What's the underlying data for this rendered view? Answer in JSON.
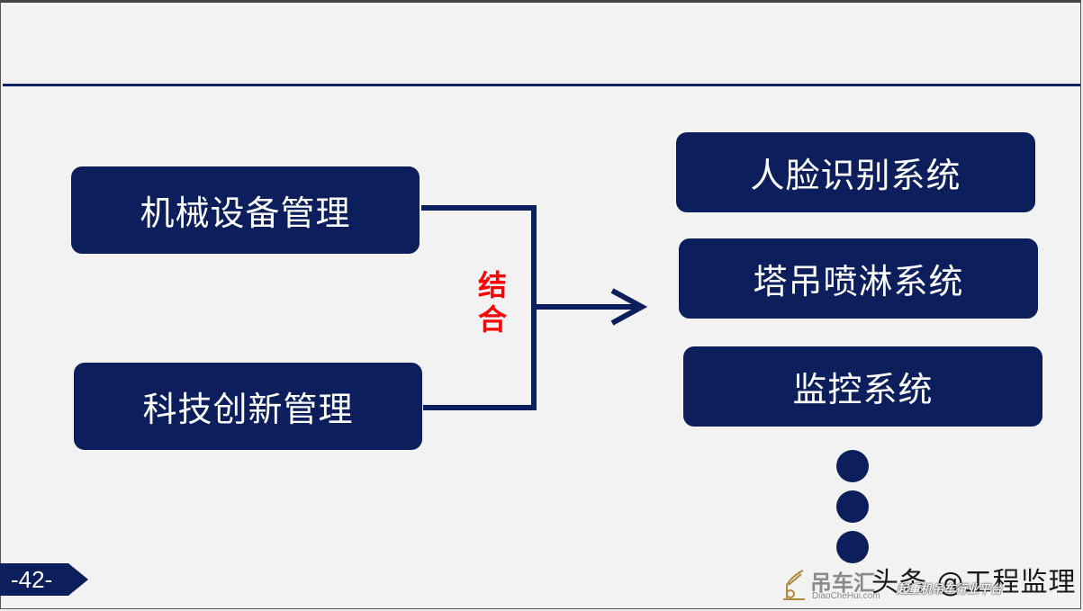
{
  "slide": {
    "page_number": "-42-"
  },
  "diagram": {
    "sources": [
      {
        "label": "机械设备管理"
      },
      {
        "label": "科技创新管理"
      }
    ],
    "combine_label_chars": [
      "结",
      "合"
    ],
    "targets": [
      {
        "label": "人脸识别系统"
      },
      {
        "label": "塔吊喷淋系统"
      },
      {
        "label": "监控系统"
      }
    ],
    "ellipsis_dot_count": 3
  },
  "watermark": {
    "logo_text": "吊车汇",
    "logo_url": "DiaoCheHui.com",
    "source_text": "头条 @工程监理",
    "slogan": "起重机吊车行业平台"
  },
  "colors": {
    "box_fill": "#0c1f5c",
    "box_text": "#ffffff",
    "combine_text": "#ff0000",
    "background": "#f2f2f3",
    "header_rule": "#0d2160"
  }
}
